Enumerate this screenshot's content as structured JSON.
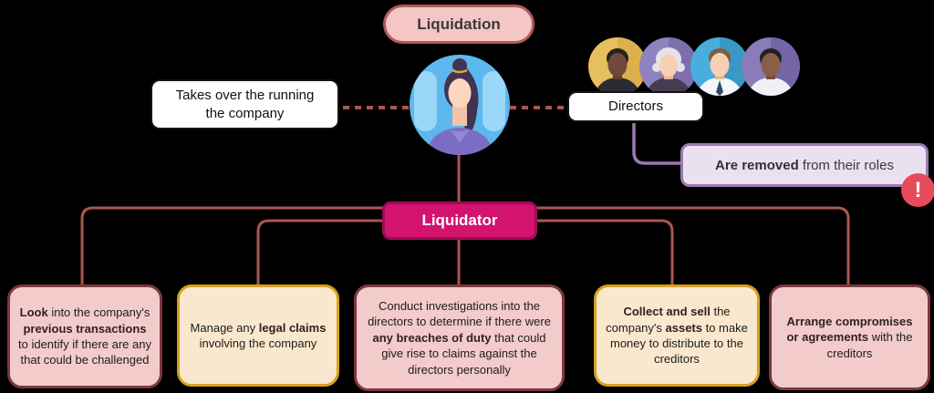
{
  "title": {
    "label": "Liquidation"
  },
  "nodes": {
    "takes_over": {
      "lines": [
        "Takes over the running",
        "the company"
      ]
    },
    "directors": {
      "label": "Directors"
    },
    "removed": {
      "segments": [
        {
          "text": "Are removed",
          "bold": true
        },
        {
          "text": " from their roles",
          "bold": false
        }
      ]
    },
    "liquidator": {
      "label": "Liquidator"
    }
  },
  "duties": [
    {
      "style": "pink",
      "segments": [
        {
          "text": "Look",
          "bold": true
        },
        {
          "text": " into the company's ",
          "bold": false
        },
        {
          "text": "previous transactions",
          "bold": true
        },
        {
          "text": " to identify if there are any that could be challenged",
          "bold": false
        }
      ]
    },
    {
      "style": "gold",
      "segments": [
        {
          "text": "Manage any ",
          "bold": false
        },
        {
          "text": "legal claims",
          "bold": true
        },
        {
          "text": " involving the company",
          "bold": false
        }
      ]
    },
    {
      "style": "pink",
      "segments": [
        {
          "text": "Conduct investigations into the directors to determine if there were ",
          "bold": false
        },
        {
          "text": "any breaches of duty",
          "bold": true
        },
        {
          "text": " that could give rise to claims against the directors personally",
          "bold": false
        }
      ]
    },
    {
      "style": "gold",
      "segments": [
        {
          "text": "Collect and sell",
          "bold": true
        },
        {
          "text": " the company's ",
          "bold": false
        },
        {
          "text": "assets",
          "bold": true
        },
        {
          "text": " to make money to distribute to the creditors",
          "bold": false
        }
      ]
    },
    {
      "style": "pink",
      "segments": [
        {
          "text": "Arrange compromises or agreements",
          "bold": true
        },
        {
          "text": " with the creditors",
          "bold": false
        }
      ]
    }
  ],
  "icons": {
    "alert": "!",
    "liquidator_avatar": "woman-ponytail-avatar",
    "director_avatars": [
      "man-dark-skin-suit",
      "woman-gray-hair",
      "man-light-skin-tie",
      "man-dark-skin-shirt"
    ]
  },
  "colors": {
    "accent_magenta": "#d3136e",
    "box_pink_fill": "#f3cbcb",
    "box_pink_border": "#7c383d",
    "box_gold_fill": "#f9e8cd",
    "box_gold_border": "#d7a11e",
    "connector_red": "#aa564e",
    "connector_purple": "#9b7aae",
    "removed_fill": "#eae1f0",
    "alert_red": "#e84a5d",
    "title_fill": "#f5c6c6",
    "title_border": "#b15b5b"
  }
}
